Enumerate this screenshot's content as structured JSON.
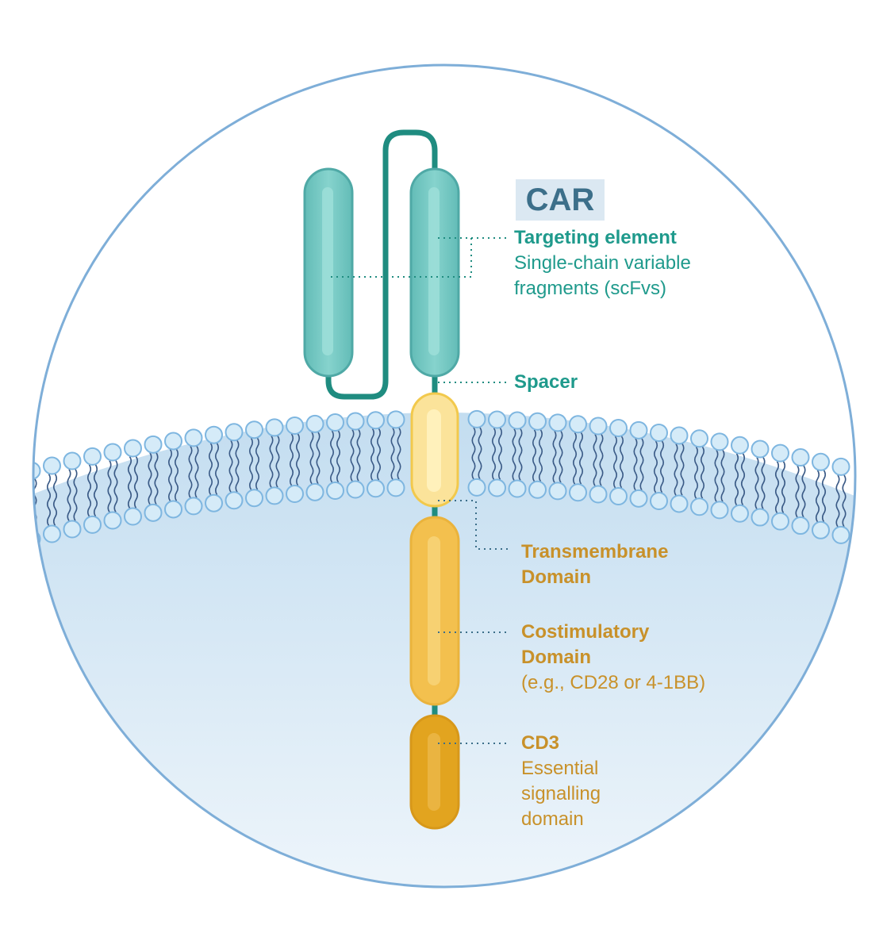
{
  "title": "CAR",
  "labels": {
    "targeting": {
      "heading": "Targeting element",
      "line1": "Single-chain variable",
      "line2": "fragments (scFvs)"
    },
    "spacer": {
      "heading": "Spacer"
    },
    "transmembrane": {
      "line1": "Transmembrane",
      "line2": "Domain"
    },
    "costimulatory": {
      "line1": "Costimulatory",
      "line2": "Domain",
      "line3": "(e.g., CD28 or 4-1BB)"
    },
    "cd3": {
      "heading": "CD3",
      "line1": "Essential",
      "line2": "signalling",
      "line3": "domain"
    }
  },
  "colors": {
    "teal_text": "#1f9a8c",
    "gold_text": "#c8912a",
    "scfv_fill": "#74c7c3",
    "linker": "#1f8c80",
    "transmembrane_fill": "#fbe39a",
    "costim_fill": "#f3c04e",
    "cd3_fill": "#e2a41f",
    "circle_border": "#7eaed8",
    "lipid_head": "#d5ebf8"
  }
}
